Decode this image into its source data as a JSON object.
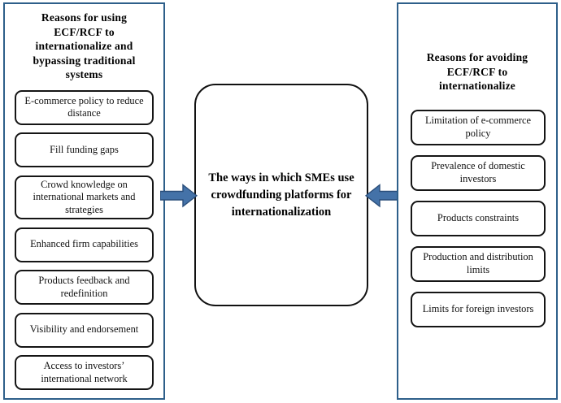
{
  "diagram": {
    "title": "The ways in which SMEs use crowdfunding platforms for internationalization",
    "center": {
      "label": "The ways in which SMEs use crowdfunding platforms for internationalization"
    },
    "left_panel": {
      "heading": "Reasons for using ECF/RCF to internationalize and bypassing traditional systems",
      "items": [
        {
          "label": "E-commerce policy to reduce distance"
        },
        {
          "label": "Fill funding gaps"
        },
        {
          "label": "Crowd knowledge on international markets and strategies"
        },
        {
          "label": "Enhanced firm capabilities"
        },
        {
          "label": "Products feedback and redefinition"
        },
        {
          "label": "Visibility  and endorsement"
        },
        {
          "label": "Access to investors’ international network"
        }
      ]
    },
    "right_panel": {
      "heading": "Reasons for avoiding ECF/RCF to internationalize",
      "items": [
        {
          "label": "Limitation of e-commerce policy"
        },
        {
          "label": "Prevalence of domestic investors"
        },
        {
          "label": "Products constraints"
        },
        {
          "label": "Production and distribution limits"
        },
        {
          "label": "Limits for foreign investors"
        }
      ]
    },
    "arrows": [
      {
        "name": "arrow-left-to-center",
        "direction": "right"
      },
      {
        "name": "arrow-right-to-center",
        "direction": "left"
      }
    ],
    "colors": {
      "panel_border": "#2E5F8A",
      "box_border": "#151515",
      "arrow_fill": "#4472A8",
      "arrow_stroke": "#2A4E7A",
      "background": "#FFFFFF",
      "text": "#000000"
    }
  }
}
